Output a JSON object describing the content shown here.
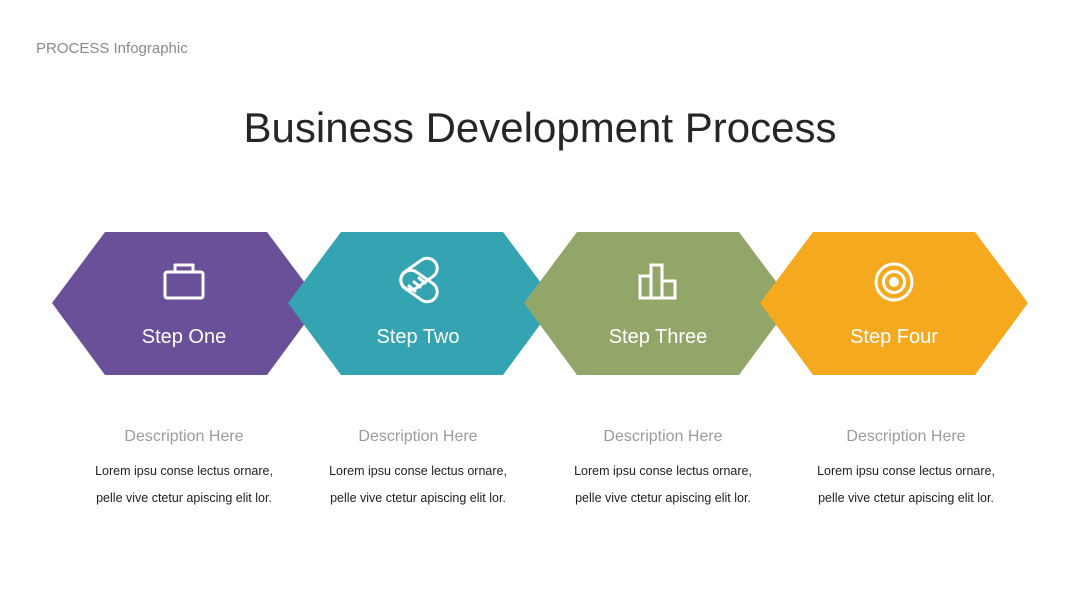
{
  "header": {
    "eyebrow": "PROCESS Infographic",
    "title": "Business Development Process"
  },
  "steps": [
    {
      "label": "Step One",
      "color": "#6a5099",
      "icon": "briefcase-icon",
      "description_title": "Description Here",
      "description_lines": [
        "Lorem ipsu conse lectus ornare,",
        "pelle vive ctetur apiscing elit lor."
      ]
    },
    {
      "label": "Step Two",
      "color": "#35a4b2",
      "icon": "handshake-icon",
      "description_title": "Description Here",
      "description_lines": [
        "Lorem ipsu conse lectus ornare,",
        "pelle vive ctetur apiscing elit lor."
      ]
    },
    {
      "label": "Step Three",
      "color": "#93a66a",
      "icon": "bar-chart-icon",
      "description_title": "Description Here",
      "description_lines": [
        "Lorem ipsu conse lectus ornare,",
        "pelle vive ctetur apiscing elit lor."
      ]
    },
    {
      "label": "Step Four",
      "color": "#f4a91f",
      "icon": "target-icon",
      "description_title": "Description Here",
      "description_lines": [
        "Lorem ipsu conse lectus ornare,",
        "pelle vive ctetur apiscing elit lor."
      ]
    }
  ]
}
